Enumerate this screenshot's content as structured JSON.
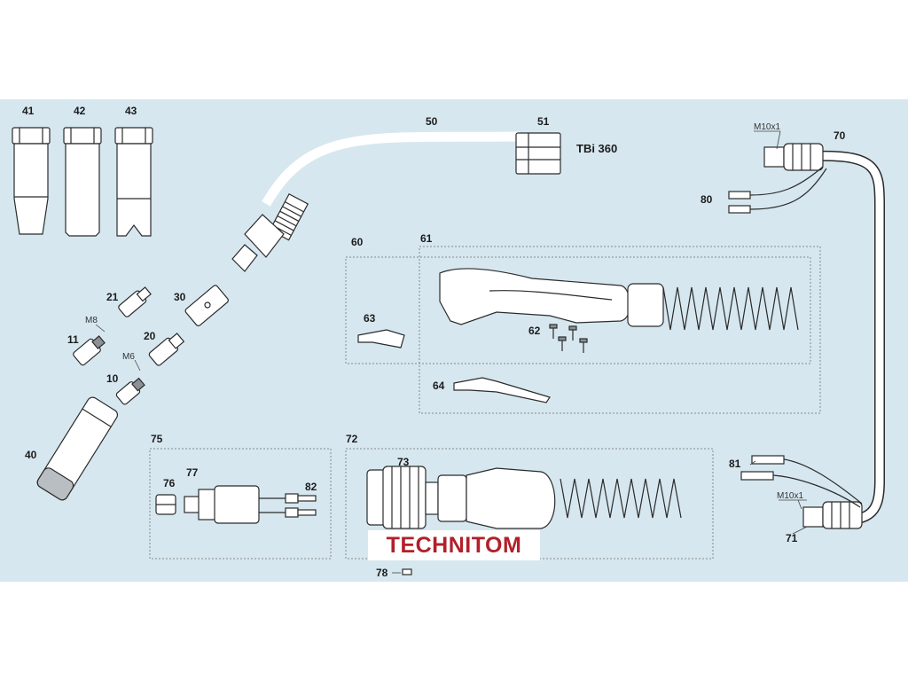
{
  "model": "TBi 360",
  "brand": "TECHNITOM",
  "threads": {
    "m8": "M8",
    "m6": "M6",
    "m10_top": "M10x1",
    "m10_bottom": "M10x1"
  },
  "parts": {
    "p10": "10",
    "p11": "11",
    "p20": "20",
    "p21": "21",
    "p30": "30",
    "p40": "40",
    "p41": "41",
    "p42": "42",
    "p43": "43",
    "p50": "50",
    "p51": "51",
    "p60": "60",
    "p61": "61",
    "p62": "62",
    "p63": "63",
    "p64": "64",
    "p70": "70",
    "p71": "71",
    "p72": "72",
    "p73": "73",
    "p75": "75",
    "p76": "76",
    "p77": "77",
    "p78": "78",
    "p80": "80",
    "p81": "81",
    "p82": "82"
  },
  "colors": {
    "background": "#d6e7ef",
    "logo": "#b2202a"
  }
}
